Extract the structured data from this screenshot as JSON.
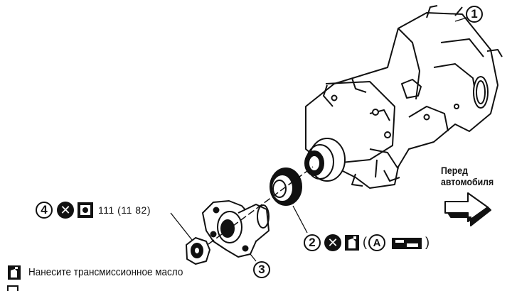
{
  "callouts": {
    "c1": "1",
    "c2": "2",
    "c3": "3",
    "c4": "4"
  },
  "torque": {
    "value": "111 (11 82)"
  },
  "front_label": {
    "line1": "Перед",
    "line2": "автомобиля"
  },
  "lubricant": {
    "letter": "A"
  },
  "legend": {
    "oil_text": "Нанесите трансмиссионное масло"
  },
  "icons": {
    "replace": "x-circle-icon",
    "torque": "torque-wrench-icon",
    "oil": "oil-can-icon",
    "tool": "special-tool-icon",
    "front": "front-arrow-icon"
  }
}
